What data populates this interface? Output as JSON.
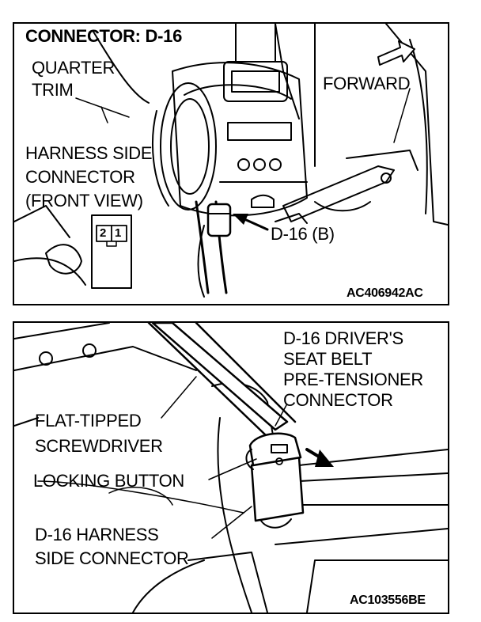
{
  "top_panel": {
    "title": "CONNECTOR: D-16",
    "quarter_trim": [
      "QUARTER",
      "TRIM"
    ],
    "forward": "FORWARD",
    "harness_connector": [
      "HARNESS SIDE",
      "CONNECTOR",
      "(FRONT VIEW)"
    ],
    "connector_id": "D-16 (B)",
    "pins": [
      "2",
      "1"
    ],
    "figure_code": "AC406942AC"
  },
  "bottom_panel": {
    "drivers_connector": [
      "D-16 DRIVER'S",
      "SEAT BELT",
      "PRE-TENSIONER",
      "CONNECTOR"
    ],
    "screwdriver": [
      "FLAT-TIPPED",
      "SCREWDRIVER"
    ],
    "locking_button": "LOCKING BUTTON",
    "harness_side": [
      "D-16 HARNESS",
      "SIDE CONNECTOR"
    ],
    "figure_code": "AC103556BE"
  }
}
